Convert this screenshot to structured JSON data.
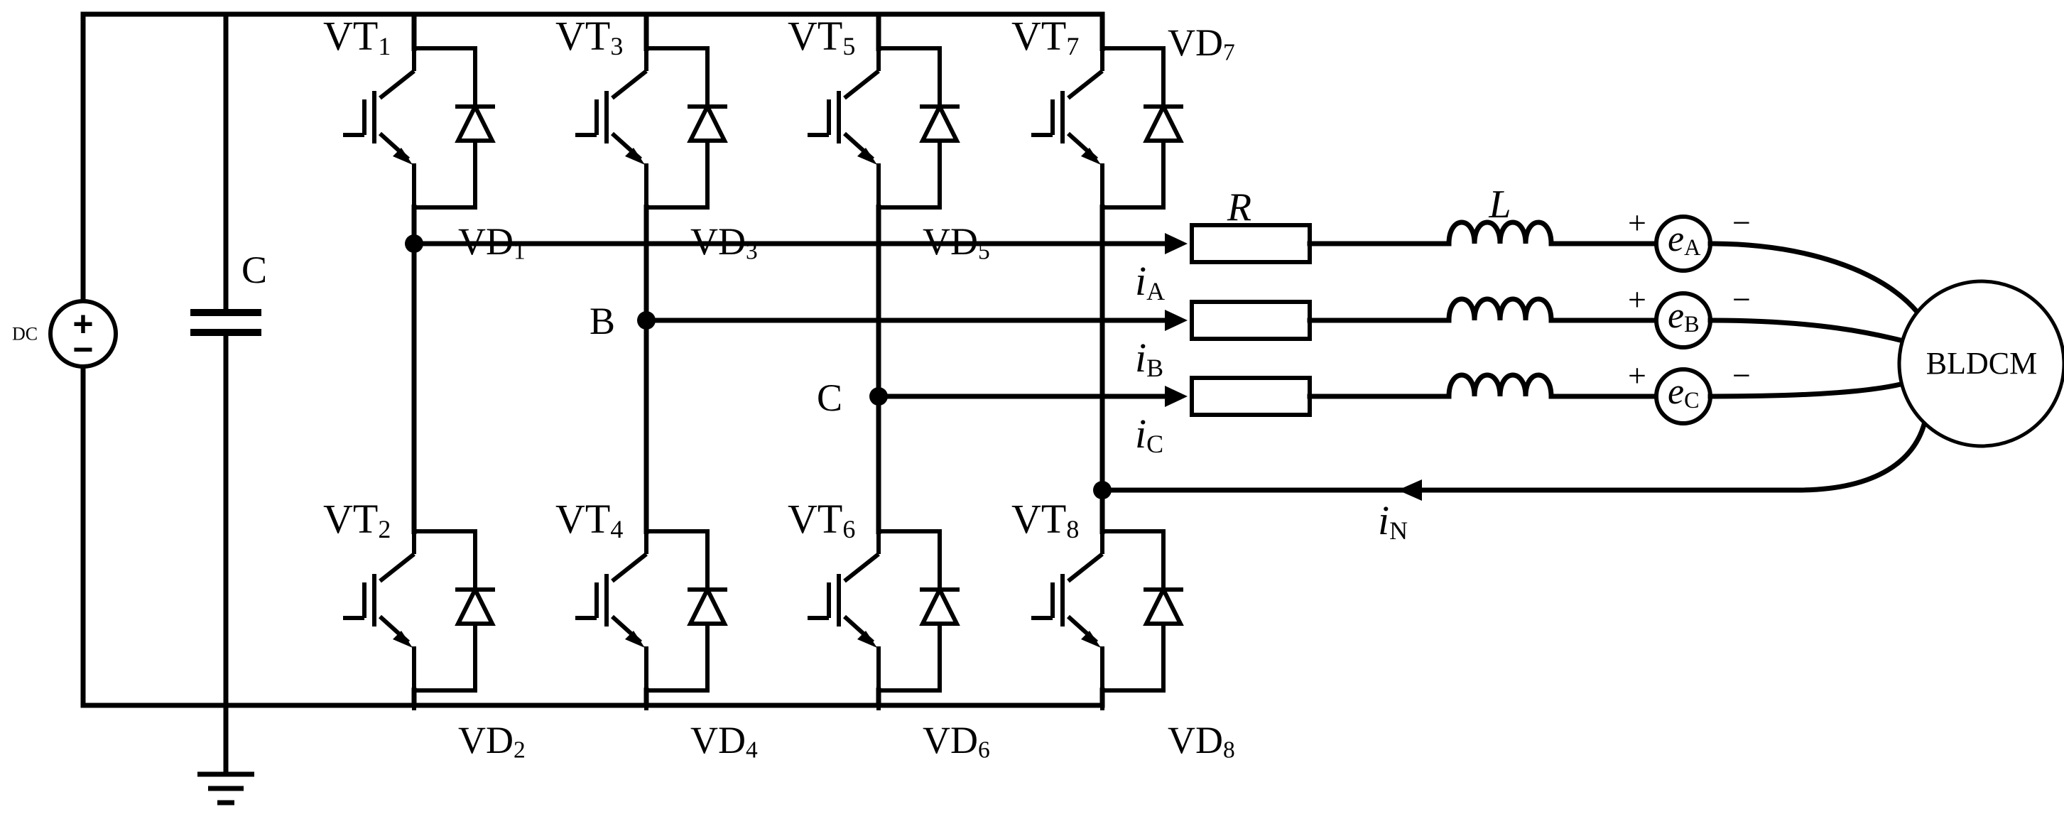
{
  "labels": {
    "dc": "DC",
    "plus": "+",
    "minus": "−",
    "capacitor": "C",
    "node_b": "B",
    "node_c": "C",
    "resistor": "R",
    "inductor": "L",
    "motor": "BLDCM",
    "emf_plus": "+",
    "emf_minus": "−"
  },
  "switches": {
    "upper": [
      {
        "name": "VT",
        "sub": "1",
        "diode": "VD",
        "diode_sub": "1"
      },
      {
        "name": "VT",
        "sub": "3",
        "diode": "VD",
        "diode_sub": "3"
      },
      {
        "name": "VT",
        "sub": "5",
        "diode": "VD",
        "diode_sub": "5"
      },
      {
        "name": "VT",
        "sub": "7",
        "diode": "VD",
        "diode_sub": "7"
      }
    ],
    "lower": [
      {
        "name": "VT",
        "sub": "2",
        "diode": "VD",
        "diode_sub": "2"
      },
      {
        "name": "VT",
        "sub": "4",
        "diode": "VD",
        "diode_sub": "4"
      },
      {
        "name": "VT",
        "sub": "6",
        "diode": "VD",
        "diode_sub": "6"
      },
      {
        "name": "VT",
        "sub": "8",
        "diode": "VD",
        "diode_sub": "8"
      }
    ]
  },
  "currents": [
    {
      "sym": "i",
      "sub": "A"
    },
    {
      "sym": "i",
      "sub": "B"
    },
    {
      "sym": "i",
      "sub": "C"
    },
    {
      "sym": "i",
      "sub": "N"
    }
  ],
  "emfs": [
    {
      "sym": "e",
      "sub": "A"
    },
    {
      "sym": "e",
      "sub": "B"
    },
    {
      "sym": "e",
      "sub": "C"
    }
  ]
}
